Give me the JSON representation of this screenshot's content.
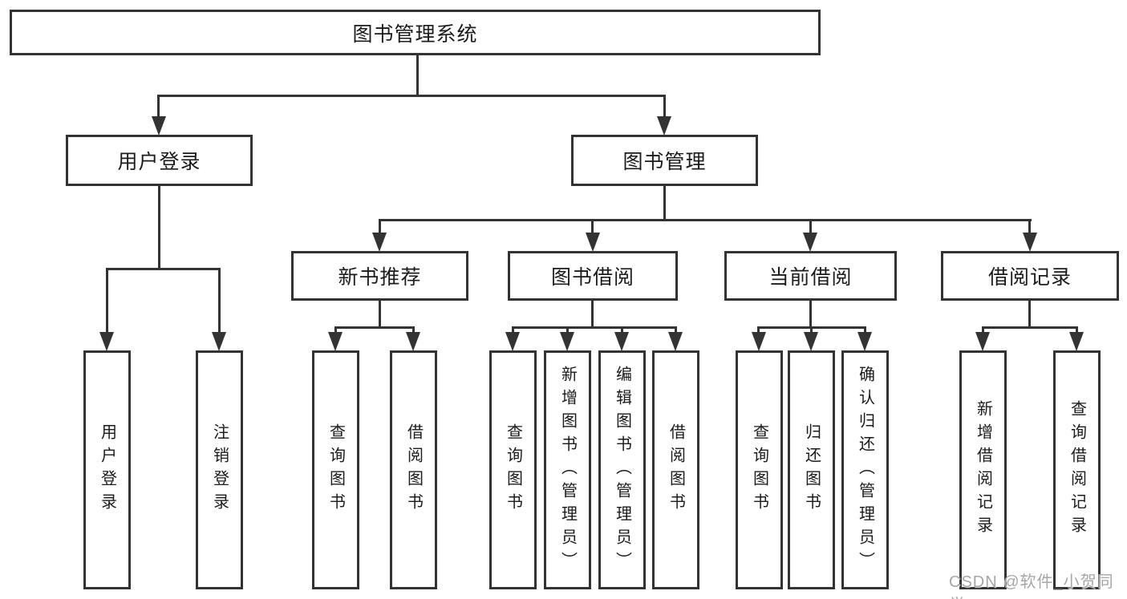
{
  "tree": {
    "root": "图书管理系统",
    "level1": [
      {
        "label": "用户登录"
      },
      {
        "label": "图书管理"
      }
    ],
    "level2": [
      {
        "label": "新书推荐"
      },
      {
        "label": "图书借阅"
      },
      {
        "label": "当前借阅"
      },
      {
        "label": "借阅记录"
      }
    ],
    "leaves": {
      "user_login": [
        "用户登录",
        "注销登录"
      ],
      "new_book_recommend": [
        "查询图书",
        "借阅图书"
      ],
      "book_borrow": [
        "查询图书",
        "新增图书（管理员）",
        "编辑图书（管理员）",
        "借阅图书"
      ],
      "current_borrow": [
        "查询图书",
        "归还图书",
        "确认归还（管理员）"
      ],
      "borrow_records": [
        "新增借阅记录",
        "查询借阅记录"
      ]
    }
  },
  "watermark": {
    "text": "CSDN @软件_小贺同学"
  },
  "colors": {
    "line": "#333333",
    "box_border": "#333333",
    "text": "#1b1b1b",
    "watermark": "#a6a6a6",
    "background": "#ffffff"
  }
}
